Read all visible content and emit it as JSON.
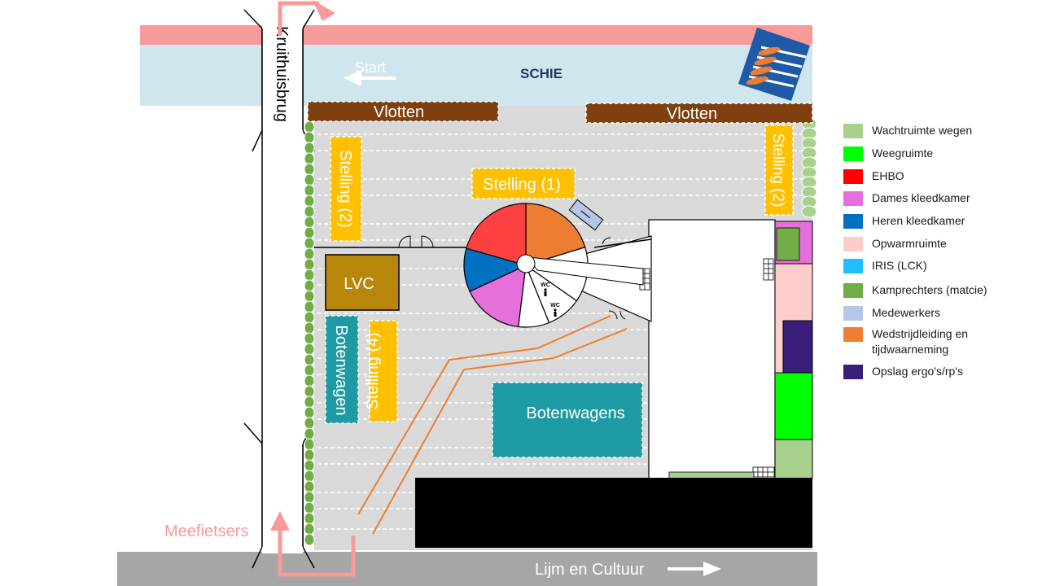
{
  "labels": {
    "river": "SCHIE",
    "start": "Start",
    "bridge": "Kruithuisbrug",
    "float_left": "Vlotten",
    "float_right": "Vlotten",
    "rack_1": "Stelling (1)",
    "rack_2_left": "Stelling (2)",
    "rack_2_right": "Stelling (2)",
    "rack_4": "Stelling (4)",
    "lvc": "LVC",
    "trailer_small": "Botenwagen",
    "trailer_big": "Botenwagens",
    "cyclists": "Meefietsers",
    "road_bottom": "Lijm en Cultuur",
    "wc_1": "WC",
    "wc_2": "WC"
  },
  "colors": {
    "water": "#cfe6ee",
    "road_red": "#f79a9a",
    "road_grey": "#a6a6a6",
    "floats": "#7f3f0f",
    "racks": "#ffc000",
    "lvc": "#b8860b",
    "trailers": "#1e9aa5",
    "building_black": "#000000",
    "route": "#ed7d31",
    "hedge": "#70ad47"
  },
  "legend": [
    {
      "label": "Wachtruimte wegen",
      "color": "#a9d18e"
    },
    {
      "label": "Weegruimte",
      "color": "#00ff00"
    },
    {
      "label": "EHBO",
      "color": "#ff0000"
    },
    {
      "label": "Dames kleedkamer",
      "color": "#e56fdb"
    },
    {
      "label": "Heren kleedkamer",
      "color": "#0070c0"
    },
    {
      "label": "Opwarmruimte",
      "color": "#ffcccc"
    },
    {
      "label": "IRIS (LCK)",
      "color": "#1fbfff"
    },
    {
      "label": "Kamprechters (matcie)",
      "color": "#70ad47"
    },
    {
      "label": "Medewerkers",
      "color": "#b4c7e7"
    },
    {
      "label": "Wedstrijdleiding en tijdwaarneming",
      "color": "#ed7d31"
    },
    {
      "label": "Opslag ergo's/rp's",
      "color": "#3a1f7a"
    }
  ]
}
